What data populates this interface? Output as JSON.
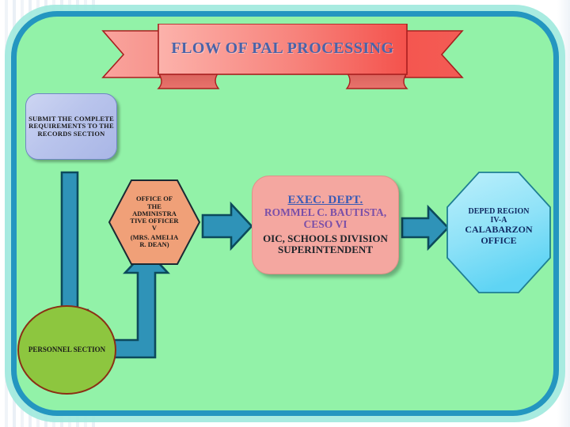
{
  "slide": {
    "title": "FLOW OF PAL PROCESSING",
    "background_color": "#92f2a8",
    "frame_border_color": "#2496c0",
    "banner_fill_light": "#f9a9a2",
    "banner_fill_dark": "#f4554f",
    "banner_outline_color": "#a81f1f",
    "title_color": "#4a63a8",
    "arrow_fill_color": "#2f93b8",
    "arrow_outline_color": "#0c4a5c"
  },
  "nodes": {
    "records": {
      "name": "records-section-box",
      "shape": "rounded-rectangle",
      "text": "SUBMIT THE COMPLETE REQUIREMENTS TO THE RECORDS SECTION",
      "fill_color": "#b9c4ec",
      "border_color": "#6f86c4"
    },
    "personnel": {
      "name": "personnel-section-circle",
      "shape": "circle",
      "text": "PERSONNEL SECTION",
      "fill_color": "#8dc63f",
      "border_color": "#8b2f15"
    },
    "admin_officer": {
      "name": "administrative-officer-hexagon",
      "shape": "hexagon",
      "line1": "OFFICE OF",
      "line2": "THE",
      "line3": "ADMINISTRA",
      "line4": "TIVE OFFICER",
      "line5": "V",
      "line6": "(MRS. AMELIA",
      "line7": "R. DEAN)",
      "fill_color": "#f0a078",
      "border_color": "#1a2a33"
    },
    "exec_dept": {
      "name": "executive-department-box",
      "shape": "rounded-rectangle",
      "heading": "EXEC. DEPT.",
      "person": "ROMMEL C. BAUTISTA, CESO VI",
      "role": "OIC, SCHOOLS DIVISION SUPERINTENDENT",
      "fill_color": "#f4a7a0",
      "heading_color": "#3a5bb5",
      "person_color": "#7a4fa8",
      "role_color": "#20252b"
    },
    "deped_region": {
      "name": "deped-region-octagon",
      "shape": "octagon",
      "line1": "DEPED REGION",
      "line2": "IV-A",
      "line3": "CALABARZON",
      "line4": "OFFICE",
      "fill_light": "#bdf0fb",
      "fill_dark": "#5fd4f4",
      "border_color": "#1f7f93",
      "text_color": "#112a63"
    }
  },
  "arrows": [
    {
      "name": "arrow-records-to-personnel",
      "direction": "down",
      "from": "records",
      "to": "personnel"
    },
    {
      "name": "arrow-personnel-to-admin-officer",
      "direction": "elbow-right-up",
      "from": "personnel",
      "to": "admin_officer"
    },
    {
      "name": "arrow-admin-officer-to-exec-dept",
      "direction": "right",
      "from": "admin_officer",
      "to": "exec_dept"
    },
    {
      "name": "arrow-exec-dept-to-deped-region",
      "direction": "right",
      "from": "exec_dept",
      "to": "deped_region"
    }
  ]
}
